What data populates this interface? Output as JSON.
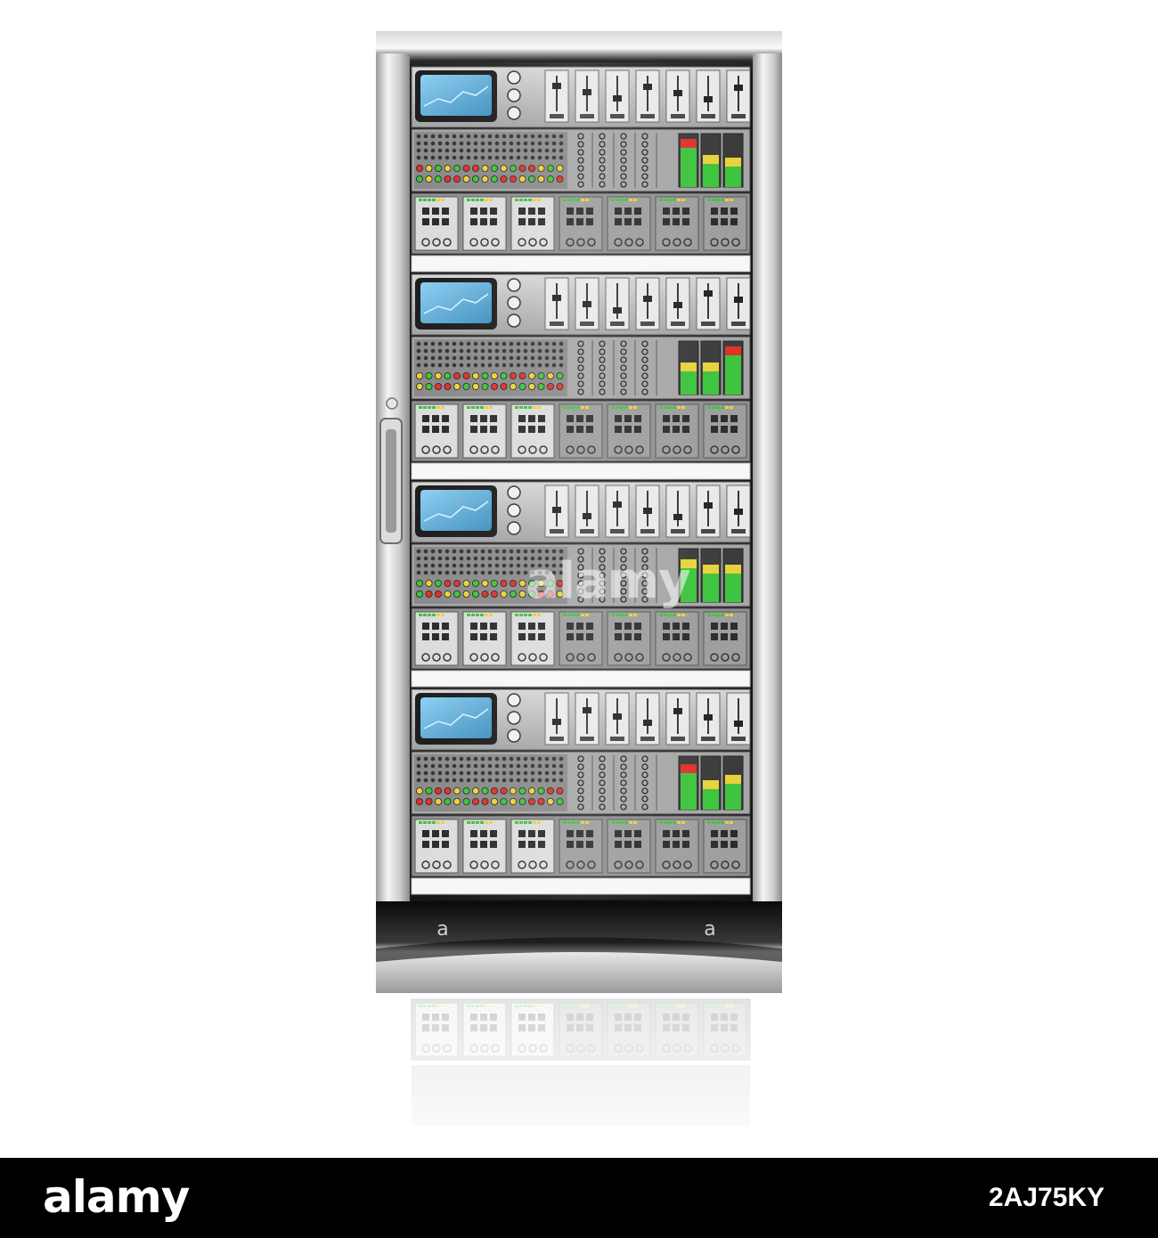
{
  "photo": {
    "subject": "server-rack",
    "colors": {
      "frame": "#c8c8c8",
      "cabinet": "#1a1a1a",
      "panel": "#b9b9b9",
      "screen": "#5aa9d6",
      "led_green": "#3cc43c",
      "led_yellow": "#e8d23a",
      "led_red": "#e0302a"
    },
    "level_meters": [
      [
        0.9,
        0.6,
        0.55
      ],
      [
        0.6,
        0.6,
        0.9
      ],
      [
        0.8,
        0.7,
        0.7
      ],
      [
        0.85,
        0.55,
        0.65
      ]
    ]
  },
  "watermark": {
    "text": "alamy"
  },
  "footer": {
    "brand": "alamy",
    "image_id": "2AJ75KY"
  }
}
